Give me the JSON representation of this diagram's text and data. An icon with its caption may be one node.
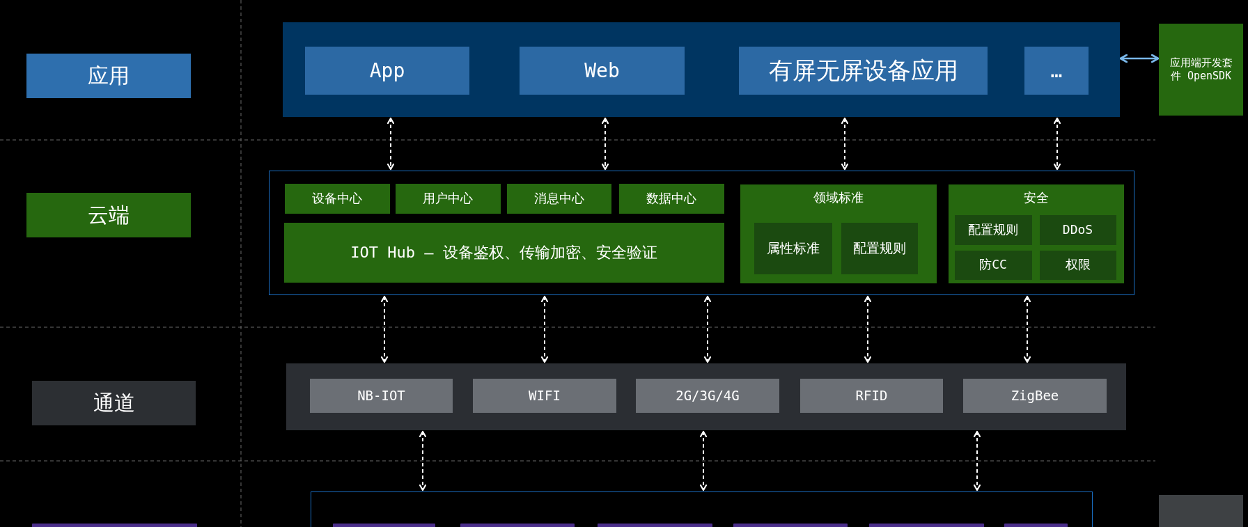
{
  "diagram": {
    "nodes": [
      {
        "text": [
          "应用"
        ]
      },
      {
        "text": [],
        "shape": "box"
      },
      {
        "text": [
          "App"
        ],
        "in": 1
      },
      {
        "text": [
          "Web"
        ],
        "in": 1
      },
      {
        "text": [
          "有屏无屏设备应用"
        ],
        "in": 1
      },
      {
        "text": [
          "…"
        ],
        "in": 1
      },
      {
        "text": [
          "应用端开发套件 OpenSDK"
        ]
      },
      {
        "text": [
          "云端"
        ]
      },
      {
        "text": [],
        "shape": "box"
      },
      {
        "text": [
          "设备中心"
        ],
        "in": 8
      },
      {
        "text": [
          "用户中心"
        ],
        "in": 8
      },
      {
        "text": [
          "消息中心"
        ],
        "in": 8
      },
      {
        "text": [
          "数据中心"
        ],
        "in": 8
      },
      {
        "text": [
          "IOT Hub – 设备鉴权、传输加密、安全验证"
        ],
        "in": 8
      },
      {
        "text": [
          "领域标准"
        ],
        "in": 8
      },
      {
        "text": [
          "属性标准"
        ],
        "in": 14
      },
      {
        "text": [
          "配置规则"
        ],
        "in": 14
      },
      {
        "text": [
          "安全"
        ],
        "in": 8
      },
      {
        "text": [
          "配置规则"
        ],
        "in": 17
      },
      {
        "text": [
          "DDoS"
        ],
        "in": 17
      },
      {
        "text": [
          "防CC"
        ],
        "in": 17
      },
      {
        "text": [
          "权限"
        ],
        "in": 17
      },
      {
        "text": [
          "通道"
        ]
      },
      {
        "text": [],
        "shape": "box"
      },
      {
        "text": [
          "NB-IOT"
        ],
        "in": 23
      },
      {
        "text": [
          "WIFI"
        ],
        "in": 23
      },
      {
        "text": [
          "2G/3G/4G"
        ],
        "in": 23
      },
      {
        "text": [
          "RFID"
        ],
        "in": 23
      },
      {
        "text": [
          "ZigBee"
        ],
        "in": 23
      },
      {
        "text": [],
        "shape": "bar"
      },
      {
        "text": [],
        "shape": "box"
      },
      {
        "text": [],
        "shape": "bar",
        "in": 30
      },
      {
        "text": [],
        "shape": "bar",
        "in": 30
      },
      {
        "text": [],
        "shape": "bar",
        "in": 30
      },
      {
        "text": [],
        "shape": "bar",
        "in": 30
      },
      {
        "text": [],
        "shape": "bar",
        "in": 30
      },
      {
        "text": [],
        "shape": "bar",
        "in": 30
      },
      {
        "text": [],
        "shape": "box"
      }
    ],
    "edges": [
      {
        "from": 1,
        "to": 6,
        "arrow": "both",
        "color": "#7ab8ea"
      },
      {
        "from": 1,
        "to": 8,
        "arrow": "both",
        "style": "dashed"
      },
      {
        "from": 1,
        "to": 8,
        "arrow": "both",
        "style": "dashed"
      },
      {
        "from": 1,
        "to": 8,
        "arrow": "both",
        "style": "dashed"
      },
      {
        "from": 1,
        "to": 8,
        "arrow": "both",
        "style": "dashed"
      },
      {
        "from": 8,
        "to": 23,
        "arrow": "both",
        "style": "dashed"
      },
      {
        "from": 8,
        "to": 23,
        "arrow": "both",
        "style": "dashed"
      },
      {
        "from": 8,
        "to": 23,
        "arrow": "both",
        "style": "dashed"
      },
      {
        "from": 8,
        "to": 23,
        "arrow": "both",
        "style": "dashed"
      },
      {
        "from": 8,
        "to": 23,
        "arrow": "both",
        "style": "dashed"
      },
      {
        "from": 23,
        "to": 30,
        "arrow": "both",
        "style": "dashed"
      },
      {
        "from": 23,
        "to": 30,
        "arrow": "both",
        "style": "dashed"
      },
      {
        "from": 23,
        "to": 30,
        "arrow": "both",
        "style": "dashed"
      }
    ]
  }
}
